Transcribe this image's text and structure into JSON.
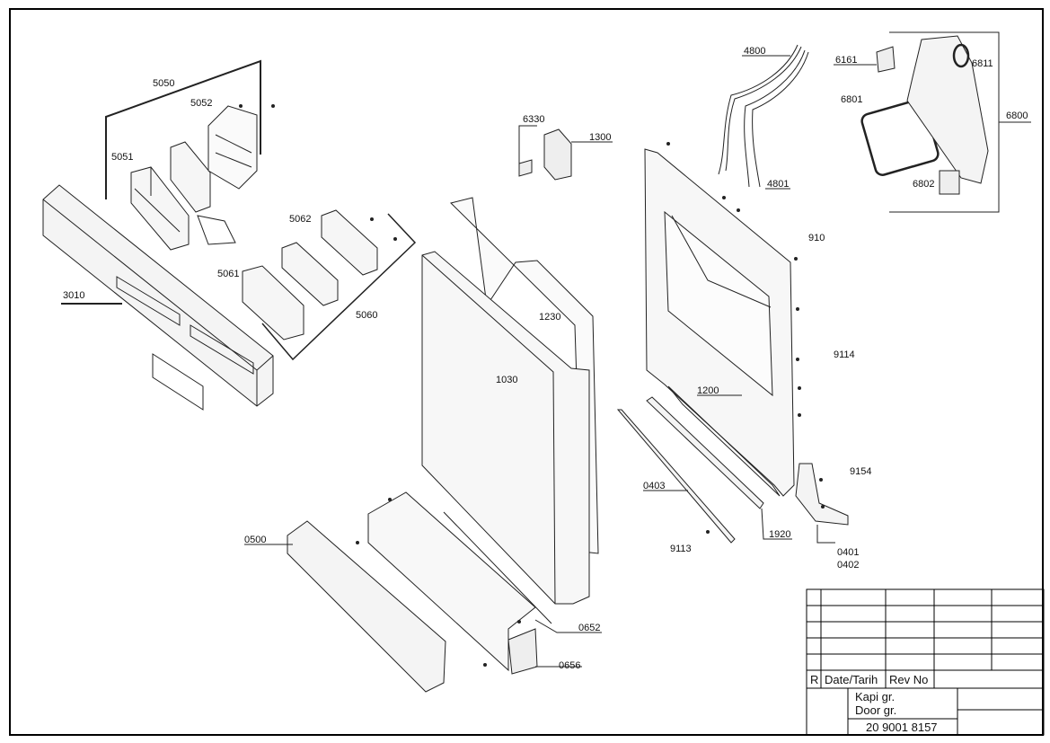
{
  "title_block": {
    "rev_letter": "R",
    "date_label": "Date/Tarih",
    "rev_label": "Rev No",
    "name_tr": "Kapi gr.",
    "name_en": "Door gr.",
    "drawing_number": "20 9001 8157"
  },
  "labels": {
    "p5050": "5050",
    "p5052": "5052",
    "p5051": "5051",
    "p3010": "3010",
    "p5062": "5062",
    "p5061": "5061",
    "p5060": "5060",
    "p6330": "6330",
    "p1300": "1300",
    "p1230": "1230",
    "p1030": "1030",
    "p4800": "4800",
    "p4801": "4801",
    "p6161": "6161",
    "p6811": "6811",
    "p6801": "6801",
    "p6800": "6800",
    "p6802": "6802",
    "p910": "910",
    "p9114": "9114",
    "p1200": "1200",
    "p9154": "9154",
    "p0403": "0403",
    "p9113": "9113",
    "p1920": "1920",
    "p0401": "0401",
    "p0402": "0402",
    "p0500": "0500",
    "p0652": "0652",
    "p0656": "0656"
  }
}
